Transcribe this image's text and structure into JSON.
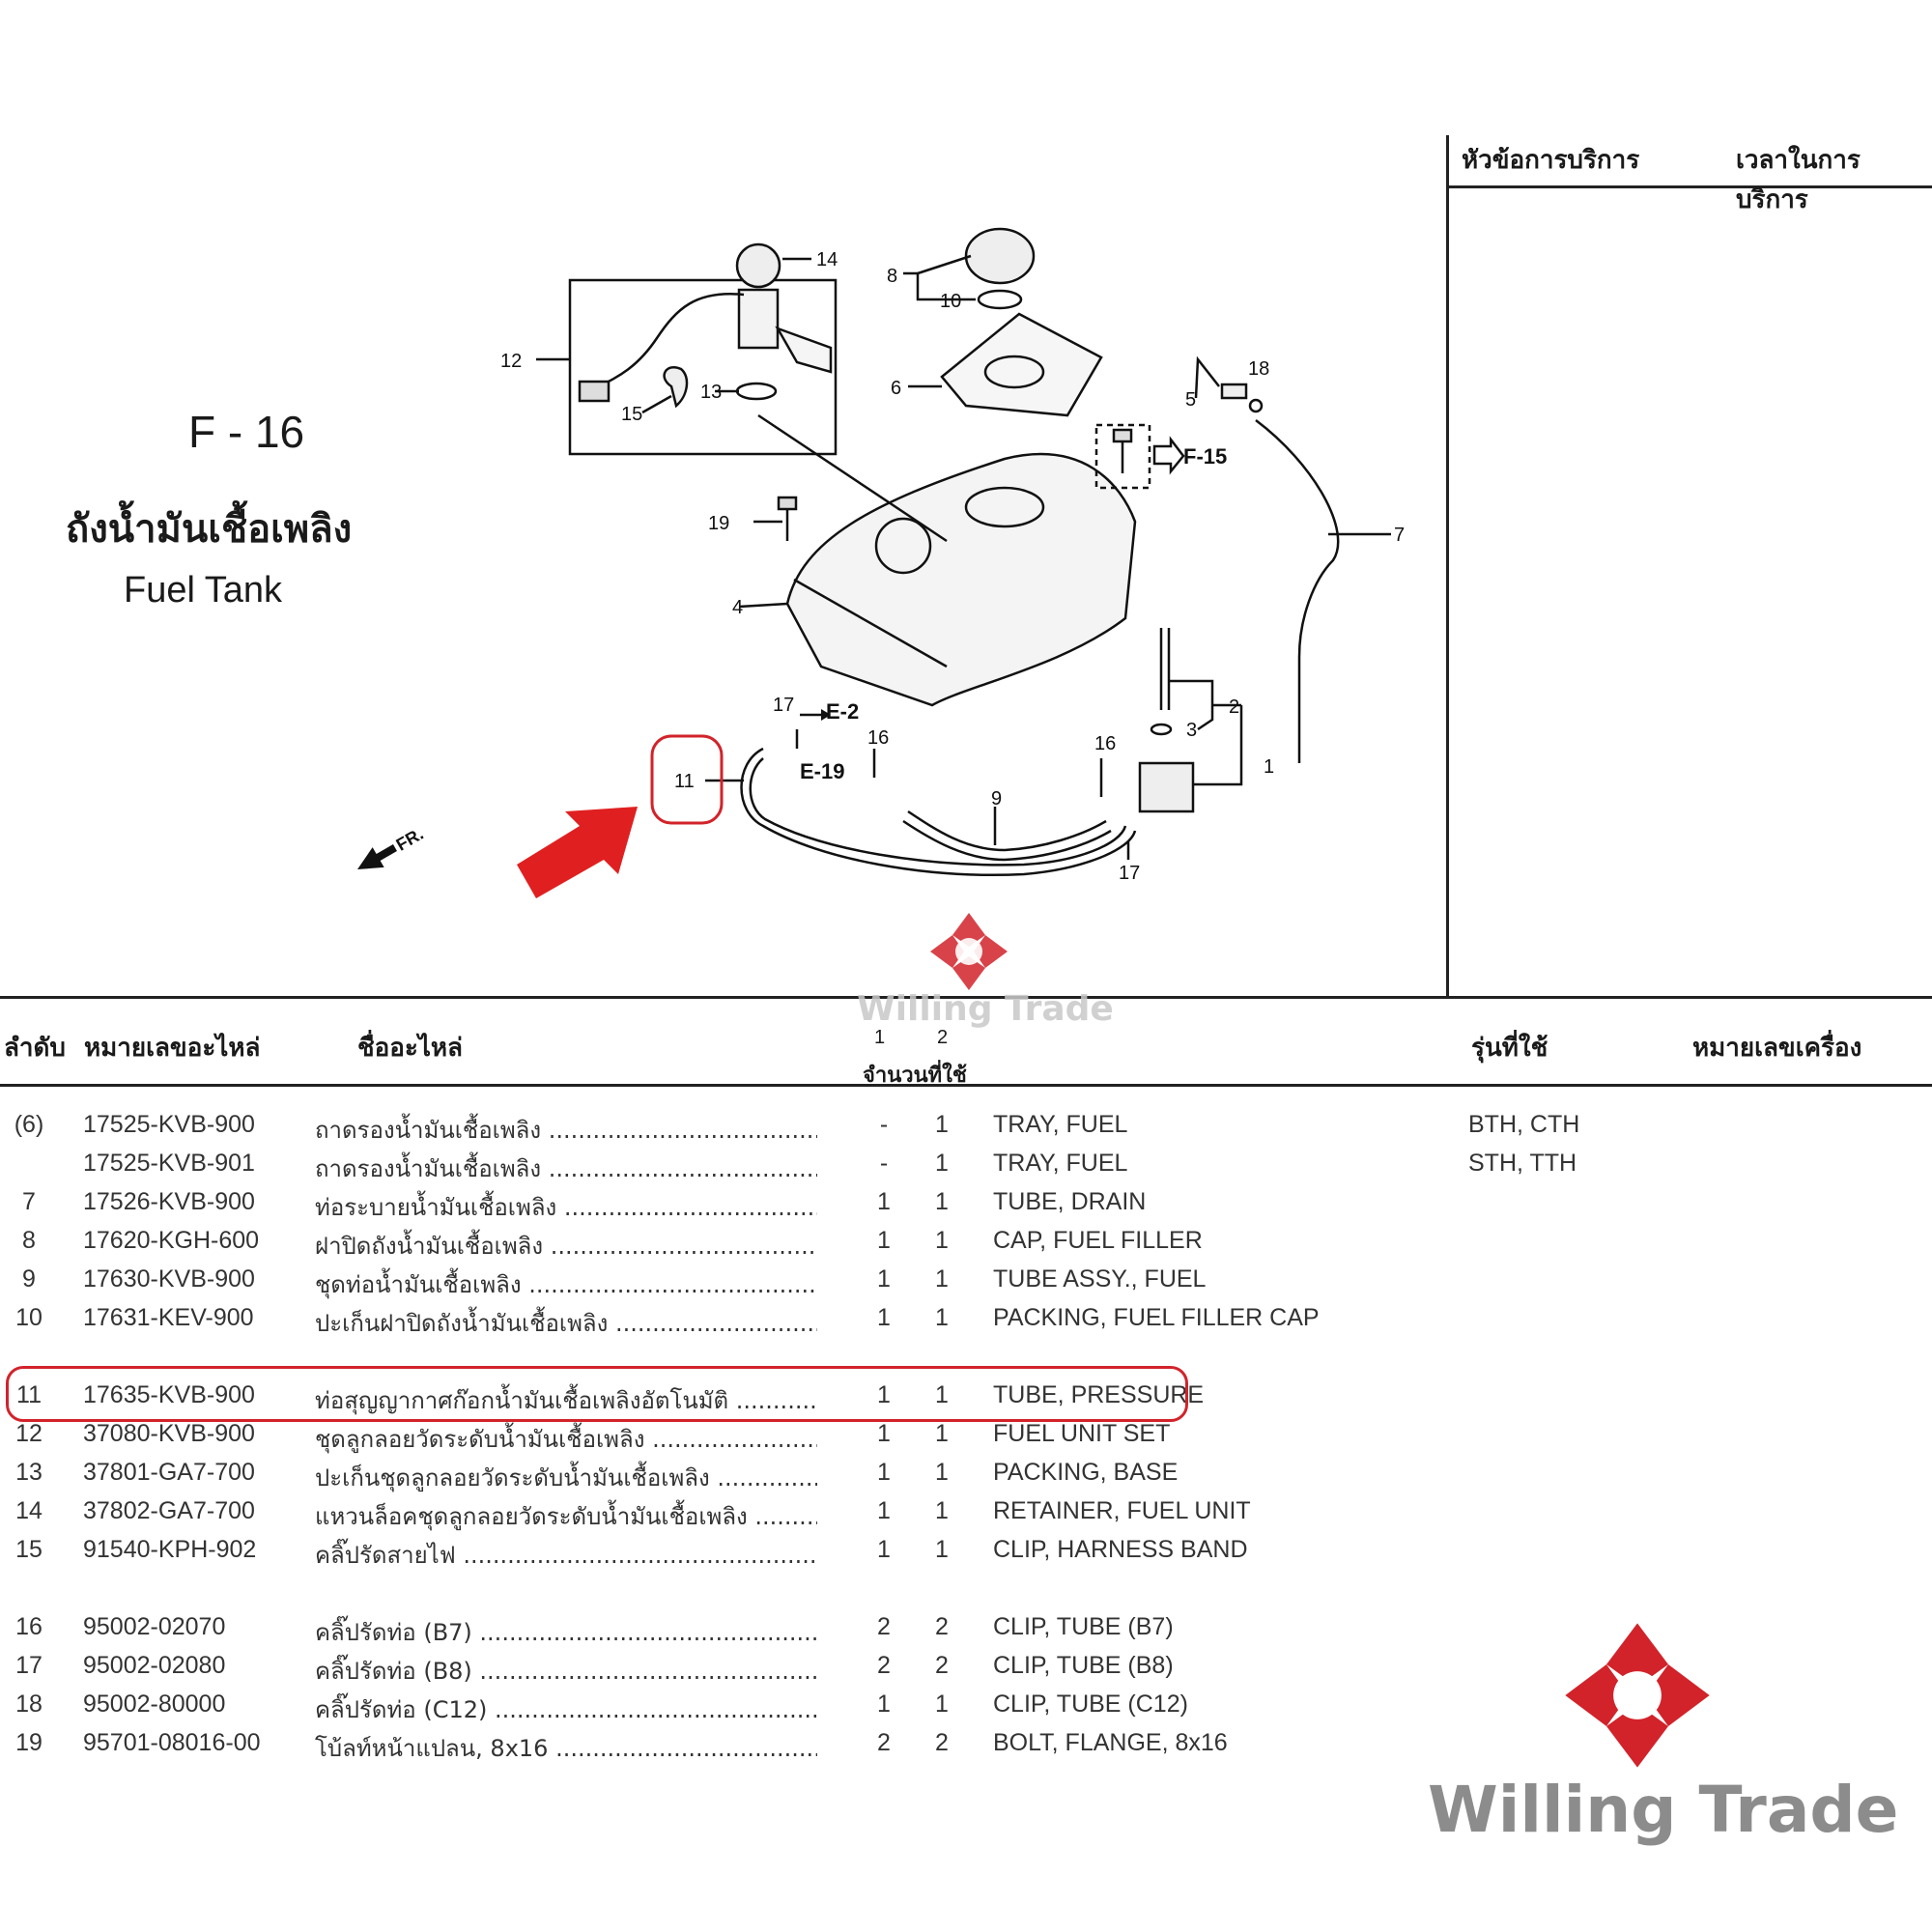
{
  "header": {
    "figure_code": "F - 16",
    "title_th": "ถังน้ำมันเชื้อเพลิง",
    "title_en": "Fuel Tank"
  },
  "service_panel": {
    "col_topic": "หัวข้อการบริการ",
    "col_time": "เวลาในการบริการ"
  },
  "diagram": {
    "callouts": [
      "1",
      "2",
      "3",
      "4",
      "5",
      "6",
      "7",
      "8",
      "9",
      "10",
      "11",
      "12",
      "13",
      "14",
      "15",
      "16",
      "16",
      "17",
      "17",
      "18",
      "19"
    ],
    "refs": [
      "E-2",
      "E-19",
      "F-15"
    ],
    "front_label": "FR."
  },
  "table": {
    "headers": {
      "ref": "ลำดับ",
      "part_no": "หมายเลขอะไหล่",
      "name": "ชื่ออะไหล่",
      "q1": "1",
      "q2": "2",
      "qty": "จำนวนที่ใช้",
      "model": "รุ่นที่ใช้",
      "serial": "หมายเลขเครื่อง"
    },
    "rows": [
      {
        "ref": "(6)",
        "part_no": "17525-KVB-900",
        "name_th": "ถาดรองน้ำมันเชื้อเพลิง",
        "q1": "-",
        "q2": "1",
        "name_en": "TRAY, FUEL",
        "model": "BTH, CTH"
      },
      {
        "ref": "",
        "part_no": "17525-KVB-901",
        "name_th": "ถาดรองน้ำมันเชื้อเพลิง",
        "q1": "-",
        "q2": "1",
        "name_en": "TRAY, FUEL",
        "model": "STH, TTH"
      },
      {
        "ref": "7",
        "part_no": "17526-KVB-900",
        "name_th": "ท่อระบายน้ำมันเชื้อเพลิง",
        "q1": "1",
        "q2": "1",
        "name_en": "TUBE, DRAIN",
        "model": ""
      },
      {
        "ref": "8",
        "part_no": "17620-KGH-600",
        "name_th": "ฝาปิดถังน้ำมันเชื้อเพลิง",
        "q1": "1",
        "q2": "1",
        "name_en": "CAP, FUEL FILLER",
        "model": ""
      },
      {
        "ref": "9",
        "part_no": "17630-KVB-900",
        "name_th": "ชุดท่อน้ำมันเชื้อเพลิง",
        "q1": "1",
        "q2": "1",
        "name_en": "TUBE ASSY., FUEL",
        "model": ""
      },
      {
        "ref": "10",
        "part_no": "17631-KEV-900",
        "name_th": "ปะเก็นฝาปิดถังน้ำมันเชื้อเพลิง",
        "q1": "1",
        "q2": "1",
        "name_en": "PACKING, FUEL FILLER CAP",
        "model": ""
      },
      {
        "ref": "11",
        "part_no": "17635-KVB-900",
        "name_th": "ท่อสุญญากาศก๊อกน้ำมันเชื้อเพลิงอัตโนมัติ",
        "q1": "1",
        "q2": "1",
        "name_en": "TUBE, PRESSURE",
        "model": ""
      },
      {
        "ref": "12",
        "part_no": "37080-KVB-900",
        "name_th": "ชุดลูกลอยวัดระดับน้ำมันเชื้อเพลิง",
        "q1": "1",
        "q2": "1",
        "name_en": "FUEL UNIT SET",
        "model": ""
      },
      {
        "ref": "13",
        "part_no": "37801-GA7-700",
        "name_th": "ปะเก็นชุดลูกลอยวัดระดับน้ำมันเชื้อเพลิง",
        "q1": "1",
        "q2": "1",
        "name_en": "PACKING, BASE",
        "model": ""
      },
      {
        "ref": "14",
        "part_no": "37802-GA7-700",
        "name_th": "แหวนล็อคชุดลูกลอยวัดระดับน้ำมันเชื้อเพลิง",
        "q1": "1",
        "q2": "1",
        "name_en": "RETAINER, FUEL UNIT",
        "model": ""
      },
      {
        "ref": "15",
        "part_no": "91540-KPH-902",
        "name_th": "คลิ๊ปรัดสายไฟ",
        "q1": "1",
        "q2": "1",
        "name_en": "CLIP, HARNESS BAND",
        "model": ""
      },
      {
        "ref": "16",
        "part_no": "95002-02070",
        "name_th": "คลิ๊ปรัดท่อ (B7)",
        "q1": "2",
        "q2": "2",
        "name_en": "CLIP, TUBE (B7)",
        "model": ""
      },
      {
        "ref": "17",
        "part_no": "95002-02080",
        "name_th": "คลิ๊ปรัดท่อ (B8)",
        "q1": "2",
        "q2": "2",
        "name_en": "CLIP, TUBE (B8)",
        "model": ""
      },
      {
        "ref": "18",
        "part_no": "95002-80000",
        "name_th": "คลิ๊ปรัดท่อ (C12)",
        "q1": "1",
        "q2": "1",
        "name_en": "CLIP, TUBE (C12)",
        "model": ""
      },
      {
        "ref": "19",
        "part_no": "95701-08016-00",
        "name_th": "โบ้ลท์หน้าแปลน, 8x16",
        "q1": "2",
        "q2": "2",
        "name_en": "BOLT, FLANGE, 8x16",
        "model": ""
      }
    ]
  },
  "watermark": {
    "text": "Willing Trade",
    "brand_color": "#d2232a"
  }
}
